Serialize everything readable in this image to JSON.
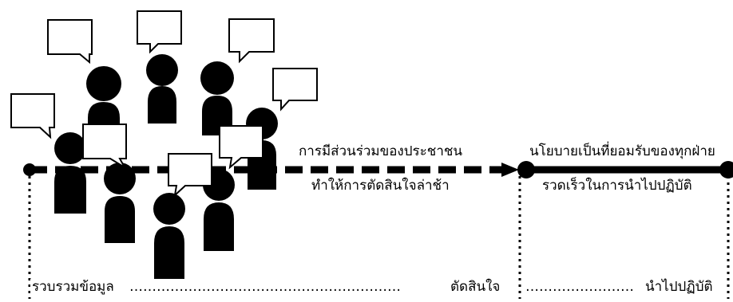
{
  "diagram": {
    "arrow_label_top": "การมีส่วนร่วมของประชาชน",
    "arrow_label_bottom": "ทำให้การตัดสินใจล่าช้า",
    "right_label_top": "นโยบายเป็นที่ยอมรับของทุกฝ่าย",
    "right_label_bottom": "รวดเร็วในการนำไปปฏิบัติ",
    "stage_collect": "รวบรวมข้อมูล",
    "stage_decide": "ตัดสินใจ",
    "stage_implement": "นำไปปฏิบัติ",
    "leader_dots": "……………………………………………………",
    "leader_dots_short": "……………………"
  },
  "colors": {
    "ink": "#000000",
    "background": "#ffffff"
  },
  "icons": [
    "person-icon",
    "speech-bubble-icon"
  ]
}
